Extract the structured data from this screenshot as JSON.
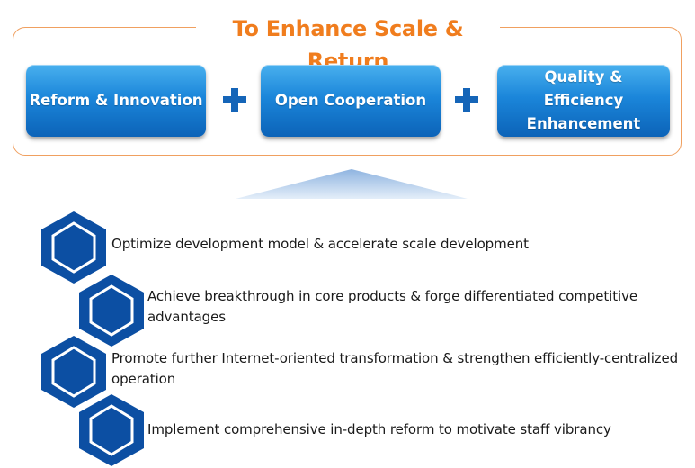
{
  "title": "To Enhance Scale & Return",
  "pillars": [
    {
      "label": "Reform & Innovation"
    },
    {
      "label": "Open Cooperation"
    },
    {
      "label": "Quality & Efficiency Enhancement"
    }
  ],
  "items": [
    {
      "text": "Optimize development model & accelerate scale development"
    },
    {
      "text": "Achieve breakthrough in core products & forge differentiated competitive advantages"
    },
    {
      "text": "Promote further Internet-oriented transformation & strengthen efficiently-centralized operation"
    },
    {
      "text": "Implement comprehensive in-depth reform to motivate staff vibrancy"
    }
  ],
  "colors": {
    "title": "#f07d1e",
    "frame": "#f0a060",
    "pillar_top": "#49b0ee",
    "pillar_bottom": "#0c63b8",
    "plus": "#1565b8",
    "hexagon": "#0c4fa3"
  }
}
